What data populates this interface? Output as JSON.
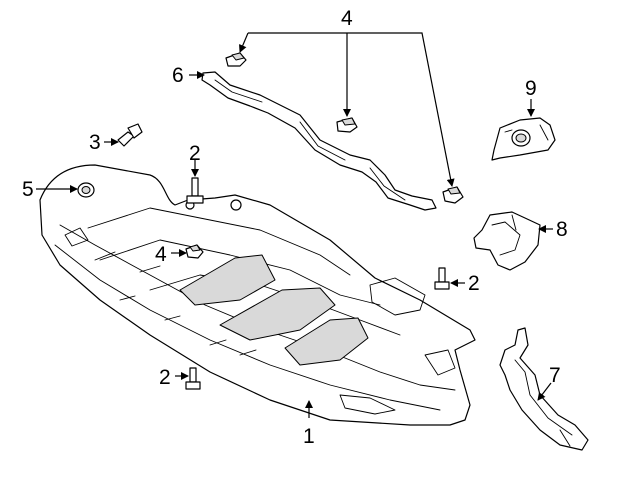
{
  "callouts": {
    "c1": "1",
    "c2a": "2",
    "c2b": "2",
    "c2c": "2",
    "c3": "3",
    "c4a": "4",
    "c4b": "4",
    "c5": "5",
    "c6": "6",
    "c7": "7",
    "c8": "8",
    "c9": "9"
  },
  "colors": {
    "line": "#000000",
    "fill": "#ffffff",
    "shade": "#d9d9d9"
  }
}
